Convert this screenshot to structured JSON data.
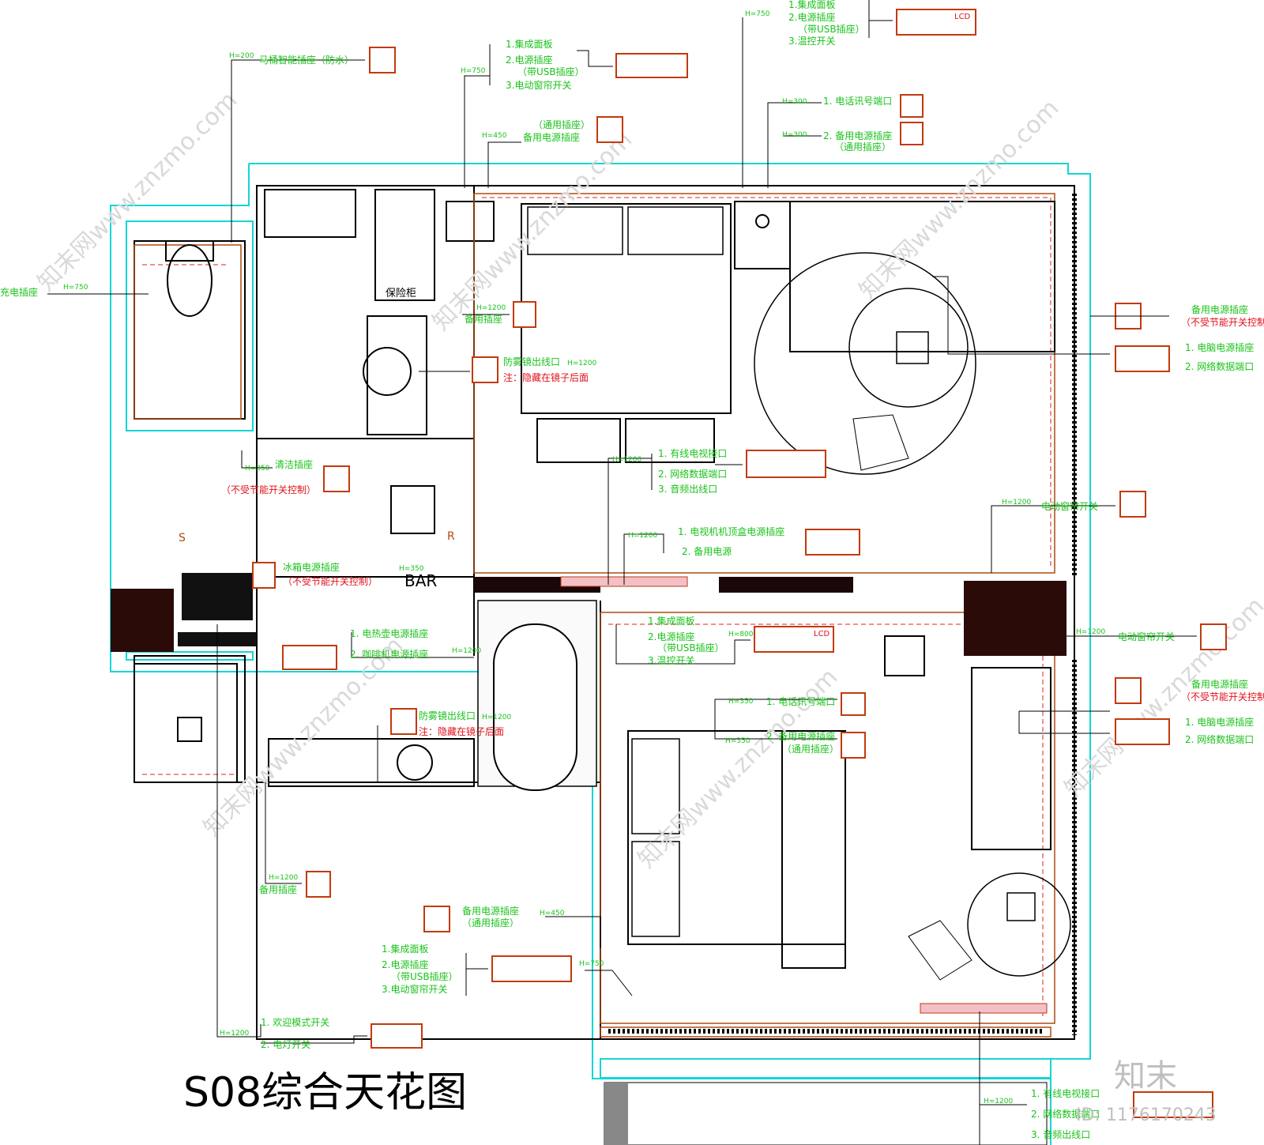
{
  "title": "S08综合天花图",
  "brand": "知末",
  "id_text": "ID: 1176170243",
  "watermark": "知末网www.znzmo.com",
  "labels": [
    {
      "key": "toilet",
      "h": "H=200",
      "text": "马桶智能插座（防水）"
    },
    {
      "key": "charge",
      "h": "H=750",
      "text": "充电插座"
    },
    {
      "key": "p1_a",
      "h": "H=750",
      "text": "1.集成面板"
    },
    {
      "key": "p1_b",
      "text": "2.电源插座"
    },
    {
      "key": "p1_c",
      "text": "（带USB插座）"
    },
    {
      "key": "p1_d",
      "text": "3.电动窗帘开关"
    },
    {
      "key": "spare450",
      "h": "H=450",
      "text": "（通用插座）"
    },
    {
      "key": "spare450b",
      "text": "备用电源插座"
    },
    {
      "key": "p2_a",
      "h": "H=750",
      "text": "1.集成面板"
    },
    {
      "key": "p2_b",
      "text": "2.电源插座"
    },
    {
      "key": "p2_c",
      "text": "（带USB插座）"
    },
    {
      "key": "p2_d",
      "text": "3.温控开关"
    },
    {
      "key": "tel300",
      "h": "H=300",
      "text": "1. 电话讯号端口"
    },
    {
      "key": "spare300",
      "h": "H=300",
      "text": "2. 备用电源插座"
    },
    {
      "key": "spare300b",
      "text": "（通用插座）"
    },
    {
      "key": "spare1200",
      "h": "H=1200",
      "text": "备用插座"
    },
    {
      "key": "mirror1",
      "h": "H=1200",
      "text": "防雾镜出线口"
    },
    {
      "key": "mirror1n",
      "text": "注：隐藏在镜子后面"
    },
    {
      "key": "clean",
      "h": "H=350",
      "text": "清洁插座"
    },
    {
      "key": "clean2",
      "text": "（不受节能开关控制）"
    },
    {
      "key": "tv_a",
      "h": "H=1200",
      "text": "1. 有线电视接口"
    },
    {
      "key": "tv_b",
      "text": "2. 网络数据端口"
    },
    {
      "key": "tv_c",
      "text": "3. 音频出线口"
    },
    {
      "key": "stb_a",
      "h": "H=1200",
      "text": "1. 电视机机顶盒电源插座"
    },
    {
      "key": "stb_b",
      "text": "2. 备用电源"
    },
    {
      "key": "fridge",
      "h": "H=350",
      "text": "冰箱电源插座"
    },
    {
      "key": "fridge2",
      "text": "（不受节能开关控制）"
    },
    {
      "key": "kettle_a",
      "h": "H=1200",
      "text": "1. 电热壶电源插座"
    },
    {
      "key": "kettle_b",
      "text": "2. 咖啡机电源插座"
    },
    {
      "key": "mirror2",
      "h": "H=1200",
      "text": "防雾镜出线口"
    },
    {
      "key": "mirror2n",
      "text": "注：隐藏在镜子后面"
    },
    {
      "key": "curtain1",
      "h": "H=1200",
      "text": "电动窗帘开关"
    },
    {
      "key": "curtain2",
      "h": "H=1200",
      "text": "电动窗帘开关"
    },
    {
      "key": "p3_a",
      "h": "H=800",
      "text": "1.集成面板"
    },
    {
      "key": "p3_b",
      "text": "2.电源插座"
    },
    {
      "key": "p3_c",
      "text": "（带USB插座）"
    },
    {
      "key": "p3_d",
      "text": "3.温控开关"
    },
    {
      "key": "tel350",
      "h": "H=350",
      "text": "1. 电话讯号端口"
    },
    {
      "key": "spare350",
      "h": "H=350",
      "text": "2. 备用电源插座"
    },
    {
      "key": "spare350b",
      "text": "（通用插座）"
    },
    {
      "key": "r_spare1",
      "text": "备用电源插座"
    },
    {
      "key": "r_spare1b",
      "text": "（不受节能开关控制）"
    },
    {
      "key": "r_pc1",
      "text": "1. 电脑电源插座"
    },
    {
      "key": "r_net1",
      "text": "2. 网络数据端口"
    },
    {
      "key": "r_spare2",
      "text": "备用电源插座"
    },
    {
      "key": "r_spare2b",
      "text": "（不受节能开关控制）"
    },
    {
      "key": "r_pc2",
      "text": "1. 电脑电源插座"
    },
    {
      "key": "r_net2",
      "text": "2. 网络数据端口"
    },
    {
      "key": "spare1200b",
      "h": "H=1200",
      "text": "备用插座"
    },
    {
      "key": "spare450c",
      "h": "H=450",
      "text": "备用电源插座"
    },
    {
      "key": "spare450d",
      "text": "（通用插座）"
    },
    {
      "key": "p4_a",
      "h": "H=750",
      "text": "1.集成面板"
    },
    {
      "key": "p4_b",
      "text": "2.电源插座"
    },
    {
      "key": "p4_c",
      "text": "（带USB插座）"
    },
    {
      "key": "p4_d",
      "text": "3.电动窗帘开关"
    },
    {
      "key": "welcome",
      "h": "H=1200",
      "text": "1. 欢迎模式开关"
    },
    {
      "key": "light",
      "text": "2. 电灯开关"
    },
    {
      "key": "tv2_a",
      "h": "H=1200",
      "text": "1. 有线电视接口"
    },
    {
      "key": "tv2_b",
      "text": "2. 网络数据端口"
    },
    {
      "key": "tv2_c",
      "text": "3. 音频出线口"
    }
  ],
  "room_text": {
    "bar": "BAR",
    "safe": "保险柜",
    "lcd": "LCD",
    "s": "S",
    "r": "R"
  }
}
